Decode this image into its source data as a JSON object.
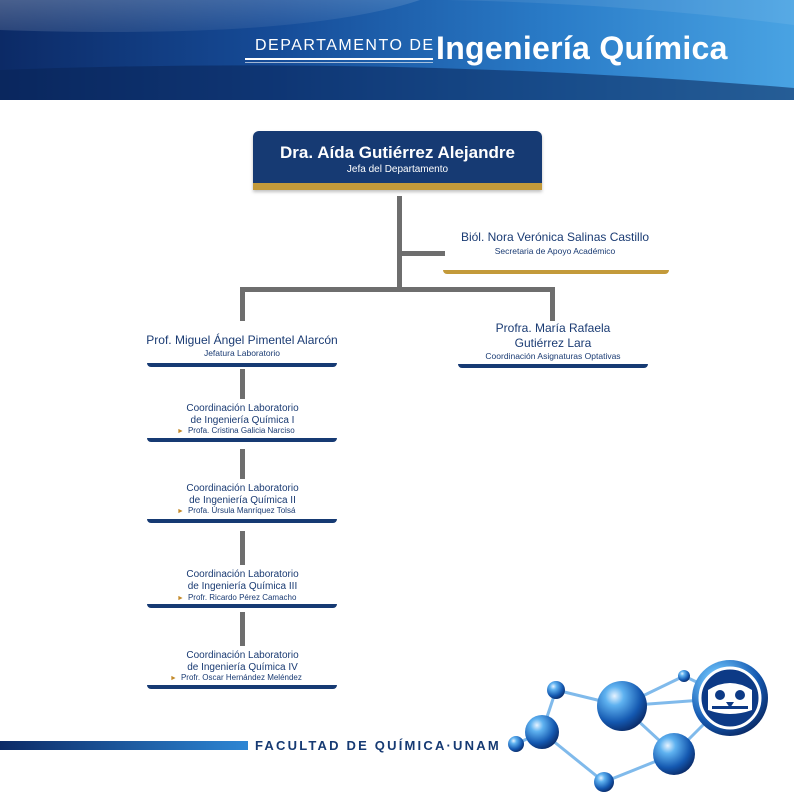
{
  "header": {
    "prefix": "DEPARTAMENTO DE",
    "title": "Ingeniería Química"
  },
  "head": {
    "name": "Dra. Aída Gutiérrez Alejandre",
    "role": "Jefa del Departamento"
  },
  "secretary": {
    "name": "Biól. Nora Verónica Salinas Castillo",
    "role": "Secretaria de Apoyo Académico"
  },
  "lab_head": {
    "name": "Prof. Miguel Ángel Pimentel Alarcón",
    "role": "Jefatura Laboratorio"
  },
  "optativas": {
    "name_line1": "Profra. María Rafaela",
    "name_line2": "Gutiérrez Lara",
    "role": "Coordinación Asignaturas Optativas"
  },
  "labs": [
    {
      "line1": "Coordinación Laboratorio",
      "line2": "de Ingeniería Química I",
      "prof": "Profa. Cristina Galicia Narciso"
    },
    {
      "line1": "Coordinación Laboratorio",
      "line2": "de Ingeniería Química II",
      "prof": "Profa. Úrsula Manríquez Tolsá"
    },
    {
      "line1": "Coordinación Laboratorio",
      "line2": "de Ingeniería Química III",
      "prof": "Profr. Ricardo Pérez Camacho"
    },
    {
      "line1": "Coordinación Laboratorio",
      "line2": "de Ingeniería Química IV",
      "prof": "Profr. Oscar Hernández Meléndez"
    }
  ],
  "footer": {
    "text": "FACULTAD DE QUÍMICA·UNAM"
  },
  "colors": {
    "navy": "#163a73",
    "gold": "#c39a3a",
    "connector": "#6e6e6e"
  }
}
